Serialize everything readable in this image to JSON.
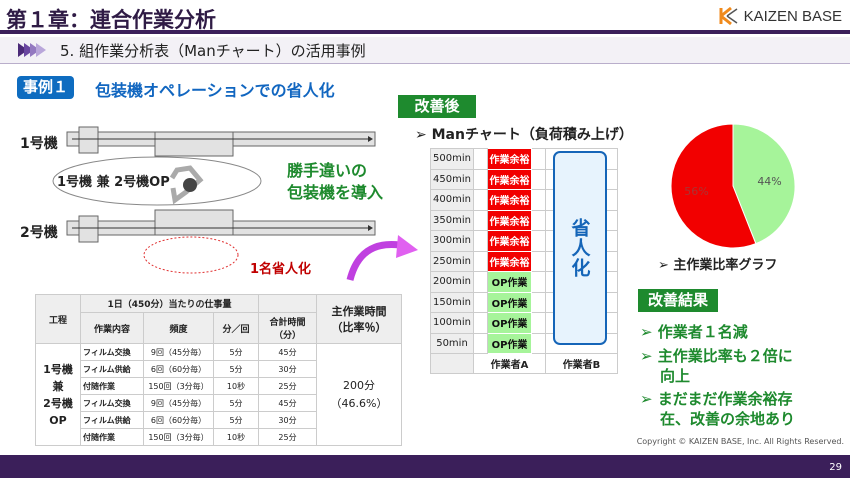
{
  "header": {
    "title": "第１章：連合作業分析",
    "logo": "KAIZEN BASE"
  },
  "section": {
    "title": "5. 組作業分析表（Manチャート）の活用事例"
  },
  "case": {
    "badge": "事例１",
    "title": "包装機オペレーションでの省人化"
  },
  "layout_diagram": {
    "machine1": "1号機",
    "machine2": "2号機",
    "operator": "1号機 兼 2号機OP",
    "note": "勝手違いの\n包装機を導入",
    "saving": "1名省人化"
  },
  "after": {
    "label": "改善後",
    "chart_title": "Manチャート（負荷積み上げ）"
  },
  "man_chart": {
    "rows": [
      {
        "time": "500min",
        "a": "作業余裕",
        "type": "slack"
      },
      {
        "time": "450min",
        "a": "作業余裕",
        "type": "slack"
      },
      {
        "time": "400min",
        "a": "作業余裕",
        "type": "slack"
      },
      {
        "time": "350min",
        "a": "作業余裕",
        "type": "slack"
      },
      {
        "time": "300min",
        "a": "作業余裕",
        "type": "slack"
      },
      {
        "time": "250min",
        "a": "作業余裕",
        "type": "slack"
      },
      {
        "time": "200min",
        "a": "OP作業",
        "type": "work"
      },
      {
        "time": "150min",
        "a": "OP作業",
        "type": "work"
      },
      {
        "time": "100min",
        "a": "OP作業",
        "type": "work"
      },
      {
        "time": "50min",
        "a": "OP作業",
        "type": "work"
      }
    ],
    "worker_a": "作業者A",
    "worker_b": "作業者B",
    "worker_b_status": "省人化",
    "colors": {
      "slack": "#f20000",
      "work": "#a6f49a"
    }
  },
  "pie": {
    "title": "主作業比率グラフ",
    "slices": [
      {
        "label": "44%",
        "value": 44,
        "color": "#a6f49a"
      },
      {
        "label": "56%",
        "value": 56,
        "color": "#f20000"
      }
    ]
  },
  "results": {
    "label": "改善結果",
    "items": [
      "作業者１名減",
      "主作業比率も２倍に\n向上",
      "まだまだ作業余裕存\n在、改善の余地あり"
    ]
  },
  "table": {
    "h_process": "工程",
    "h_daily": "1日（450分）当たりの仕事量",
    "h_content": "作業内容",
    "h_freq": "頻度",
    "h_per": "分／回",
    "h_total": "合計時間\n（分）",
    "h_main": "主作業時間\n（比率％）",
    "process": "1号機\n兼\n2号機\nOP",
    "rows": [
      [
        "フィルム交換",
        "9回（45分毎）",
        "5分",
        "45分"
      ],
      [
        "フィルム供給",
        "6回（60分毎）",
        "5分",
        "30分"
      ],
      [
        "付随作業",
        "150回（3分毎）",
        "10秒",
        "25分"
      ],
      [
        "フィルム交換",
        "9回（45分毎）",
        "5分",
        "45分"
      ],
      [
        "フィルム供給",
        "6回（60分毎）",
        "5分",
        "30分"
      ],
      [
        "付随作業",
        "150回（3分毎）",
        "10秒",
        "25分"
      ]
    ],
    "main_time": "200分\n（46.6%）"
  },
  "footer": {
    "copyright": "Copyright ©  KAIZEN BASE, Inc. All Rights Reserved.",
    "page": "29"
  }
}
